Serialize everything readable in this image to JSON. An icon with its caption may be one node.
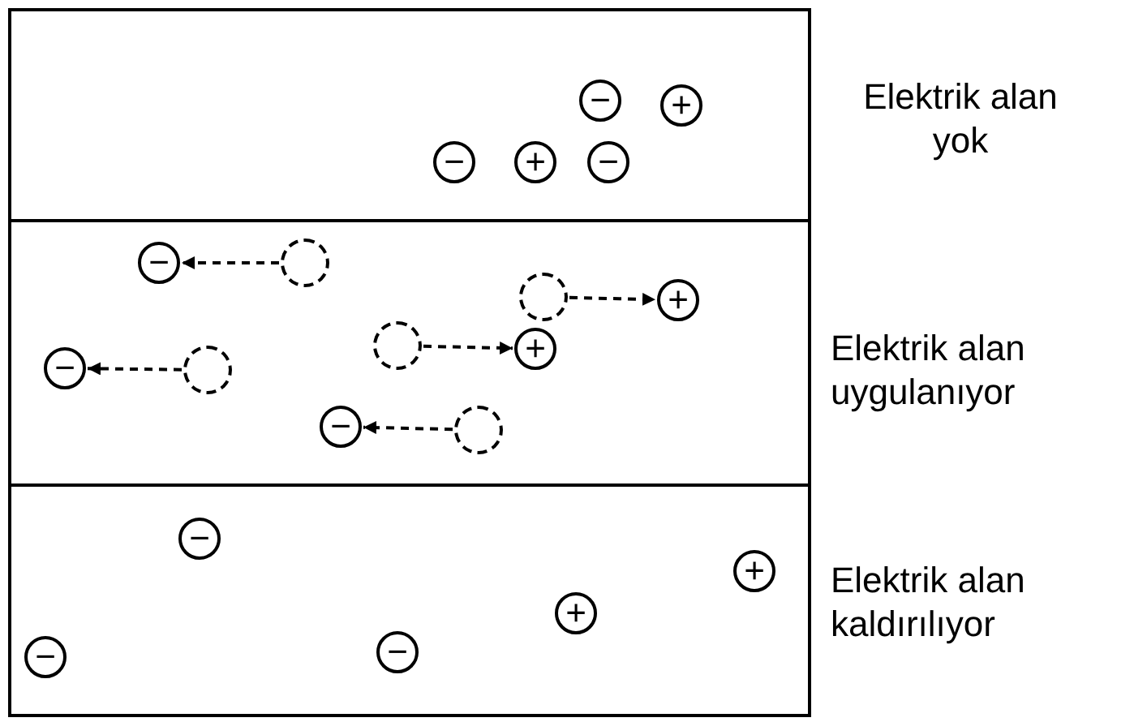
{
  "diagram": {
    "nodes": [
      {
        "text": [],
        "shape": "box",
        "beside": [
          "Elektrik alan yok"
        ]
      },
      {
        "text": [
          "−"
        ],
        "in": 0
      },
      {
        "text": [
          "+"
        ],
        "in": 0
      },
      {
        "text": [
          "−"
        ],
        "in": 0
      },
      {
        "text": [
          "+"
        ],
        "in": 0
      },
      {
        "text": [
          "−"
        ],
        "in": 0
      },
      {
        "text": [],
        "shape": "box",
        "beside": [
          "Elektrik alan uygulanıyor"
        ]
      },
      {
        "text": [
          "−"
        ],
        "in": 6
      },
      {
        "text": [],
        "shape": "circle",
        "in": 6
      },
      {
        "text": [],
        "shape": "circle",
        "in": 6
      },
      {
        "text": [
          "+"
        ],
        "in": 6
      },
      {
        "text": [],
        "shape": "circle",
        "in": 6
      },
      {
        "text": [
          "+"
        ],
        "in": 6
      },
      {
        "text": [
          "−"
        ],
        "in": 6
      },
      {
        "text": [],
        "shape": "circle",
        "in": 6
      },
      {
        "text": [
          "−"
        ],
        "in": 6
      },
      {
        "text": [],
        "shape": "circle",
        "in": 6
      },
      {
        "text": [],
        "shape": "box",
        "beside": [
          "Elektrik alan kaldırılıyor"
        ]
      },
      {
        "text": [
          "−"
        ],
        "in": 17
      },
      {
        "text": [
          "+"
        ],
        "in": 17
      },
      {
        "text": [
          "+"
        ],
        "in": 17
      },
      {
        "text": [
          "−"
        ],
        "in": 17
      },
      {
        "text": [
          "−"
        ],
        "in": 17
      }
    ],
    "edges": [
      {
        "from": 8,
        "to": 7,
        "arrow": "to",
        "style": "dashed"
      },
      {
        "from": 9,
        "to": 10,
        "arrow": "to",
        "style": "dashed"
      },
      {
        "from": 11,
        "to": 12,
        "arrow": "to",
        "style": "dashed"
      },
      {
        "from": 14,
        "to": 13,
        "arrow": "to",
        "style": "dashed"
      },
      {
        "from": 16,
        "to": 15,
        "arrow": "to",
        "style": "dashed"
      }
    ]
  }
}
